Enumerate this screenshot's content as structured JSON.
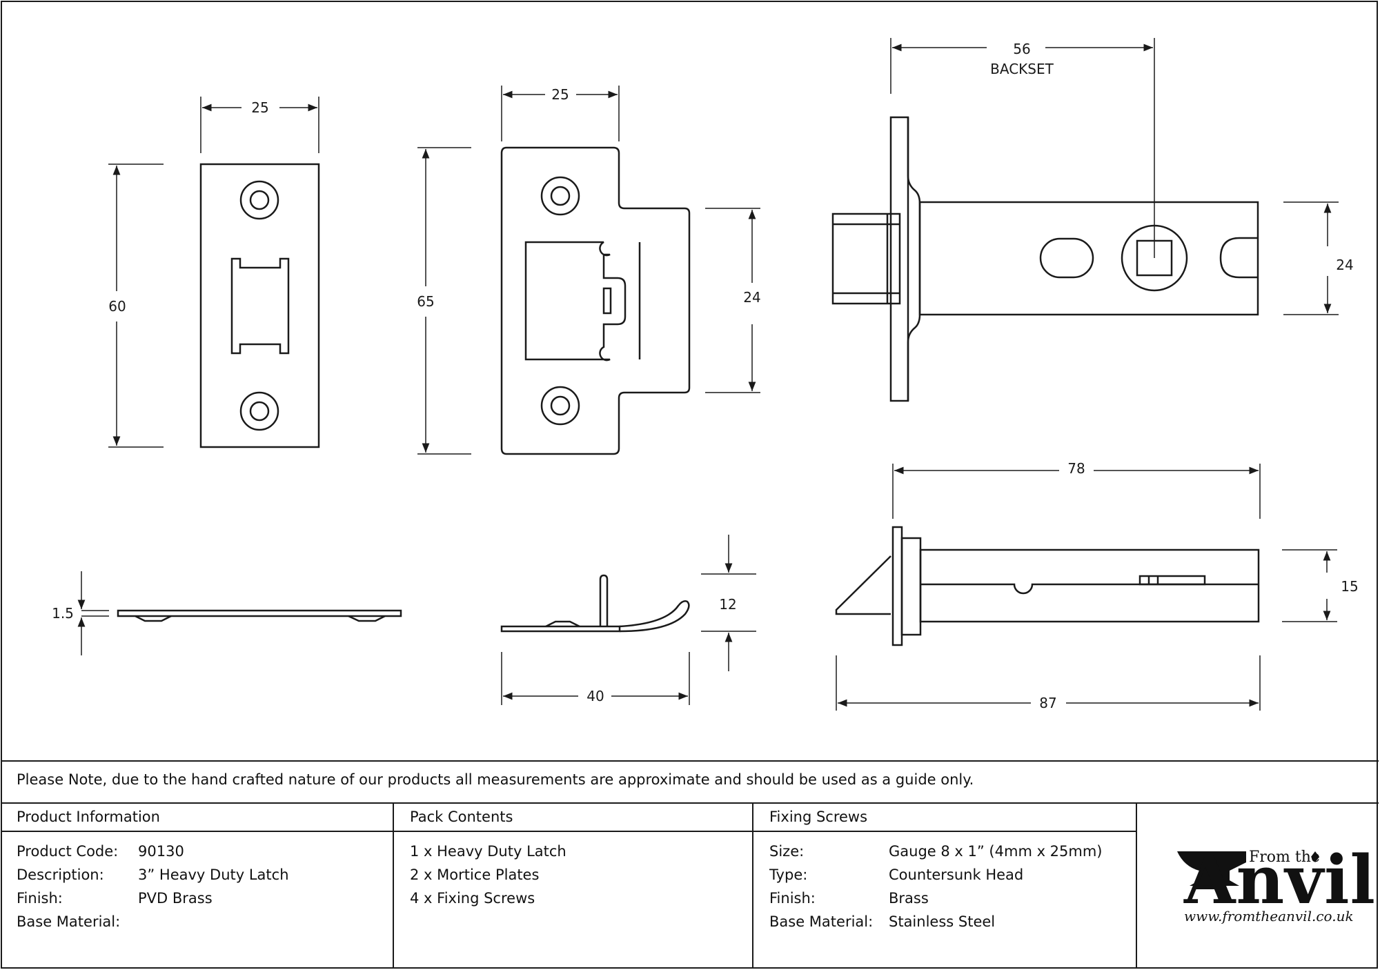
{
  "dimensions": {
    "plate1_width": "25",
    "plate1_height": "60",
    "plate2_width": "25",
    "plate2_height": "65",
    "plate2_tongue": "24",
    "backset_value": "56",
    "backset_label": "BACKSET",
    "latch_height": "24",
    "latch_length": "78",
    "latch_side_height": "15",
    "latch_overall": "87",
    "plate1_thickness": "1.5",
    "plate2_lip_height": "12",
    "plate2_depth": "40"
  },
  "note": "Please Note, due to the hand crafted nature of our products all measurements are approximate and should be used as a guide only.",
  "product_info": {
    "header": "Product Information",
    "rows": [
      {
        "label": "Product Code:",
        "value": "90130"
      },
      {
        "label": "Description:",
        "value": "3” Heavy Duty Latch"
      },
      {
        "label": "Finish:",
        "value": "PVD Brass"
      },
      {
        "label": "Base Material:",
        "value": ""
      }
    ]
  },
  "pack_contents": {
    "header": "Pack Contents",
    "items": [
      "1 x Heavy Duty Latch",
      "2 x Mortice Plates",
      "4 x Fixing Screws"
    ]
  },
  "fixing_screws": {
    "header": "Fixing Screws",
    "rows": [
      {
        "label": "Size:",
        "value": "Gauge 8 x 1” (4mm x 25mm)"
      },
      {
        "label": "Type:",
        "value": "Countersunk Head"
      },
      {
        "label": "Finish:",
        "value": "Brass"
      },
      {
        "label": "Base Material:",
        "value": "Stainless Steel"
      }
    ]
  },
  "logo": {
    "from_the": "From the",
    "name": "Anvil",
    "url": "www.fromtheanvil.co.uk"
  }
}
